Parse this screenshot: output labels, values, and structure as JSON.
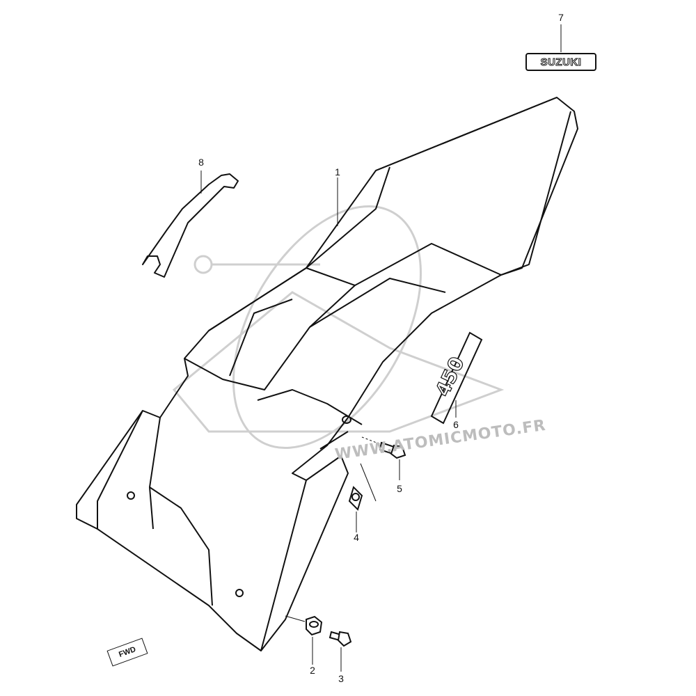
{
  "callouts": {
    "c1": "1",
    "c2": "2",
    "c3": "3",
    "c4": "4",
    "c5": "5",
    "c6": "6",
    "c7": "7",
    "c8": "8"
  },
  "decal_7_text": "SUZUKI",
  "decal_6_text": "450",
  "direction_label": "FWD",
  "watermark_text": "WWW.ATOMICMOTO.FR",
  "colors": {
    "line": "#111111",
    "watermark": "#bdbdbd",
    "background": "#ffffff"
  }
}
